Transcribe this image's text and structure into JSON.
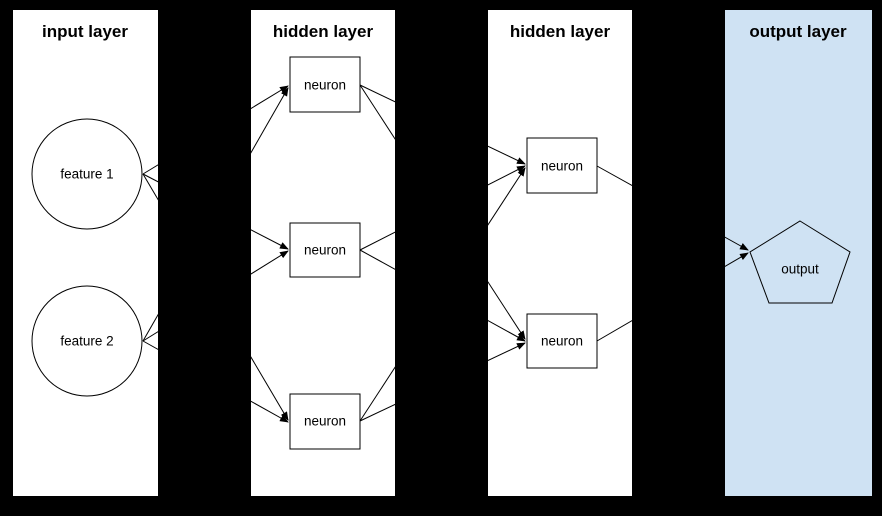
{
  "diagram": {
    "background_color": "#000000",
    "connector_color": "#000000",
    "node_border_color": "#000000",
    "layers": [
      {
        "title": "input layer",
        "background": "#ffffff",
        "node_shape": "circle",
        "nodes": [
          {
            "label": "feature 1"
          },
          {
            "label": "feature 2"
          }
        ]
      },
      {
        "title": "hidden layer",
        "background": "#ffffff",
        "node_shape": "rectangle",
        "nodes": [
          {
            "label": "neuron"
          },
          {
            "label": "neuron"
          },
          {
            "label": "neuron"
          }
        ]
      },
      {
        "title": "hidden layer",
        "background": "#ffffff",
        "node_shape": "rectangle",
        "nodes": [
          {
            "label": "neuron"
          },
          {
            "label": "neuron"
          }
        ]
      },
      {
        "title": "output layer",
        "background": "#cfe2f3",
        "node_shape": "pentagon",
        "nodes": [
          {
            "label": "output"
          }
        ]
      }
    ],
    "connections": [
      {
        "from": "feature 1",
        "to": "hidden layer 1 / neuron 1"
      },
      {
        "from": "feature 1",
        "to": "hidden layer 1 / neuron 2"
      },
      {
        "from": "feature 1",
        "to": "hidden layer 1 / neuron 3"
      },
      {
        "from": "feature 2",
        "to": "hidden layer 1 / neuron 1"
      },
      {
        "from": "feature 2",
        "to": "hidden layer 1 / neuron 2"
      },
      {
        "from": "feature 2",
        "to": "hidden layer 1 / neuron 3"
      },
      {
        "from": "hidden layer 1 / neuron 1",
        "to": "hidden layer 2 / neuron 1"
      },
      {
        "from": "hidden layer 1 / neuron 1",
        "to": "hidden layer 2 / neuron 2"
      },
      {
        "from": "hidden layer 1 / neuron 2",
        "to": "hidden layer 2 / neuron 1"
      },
      {
        "from": "hidden layer 1 / neuron 2",
        "to": "hidden layer 2 / neuron 2"
      },
      {
        "from": "hidden layer 1 / neuron 3",
        "to": "hidden layer 2 / neuron 1"
      },
      {
        "from": "hidden layer 1 / neuron 3",
        "to": "hidden layer 2 / neuron 2"
      },
      {
        "from": "hidden layer 2 / neuron 1",
        "to": "output"
      },
      {
        "from": "hidden layer 2 / neuron 2",
        "to": "output"
      }
    ],
    "arrowhead_style": "filled triangle at target end"
  }
}
